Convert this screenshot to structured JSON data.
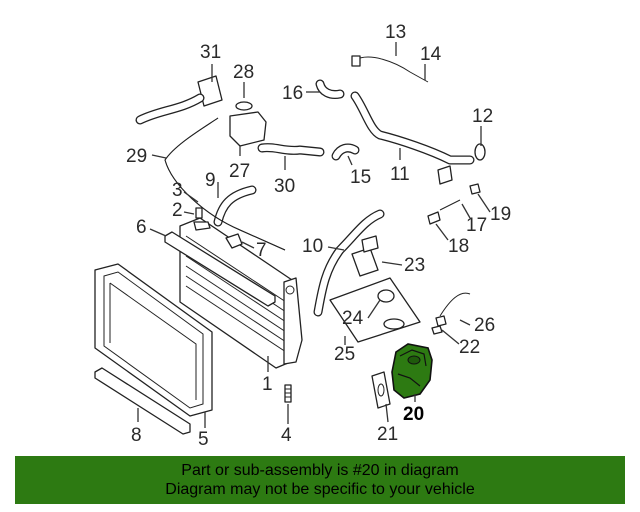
{
  "diagram": {
    "highlight_color": "#2d7a12",
    "callouts": {
      "c1": "1",
      "c2": "2",
      "c3": "3",
      "c4": "4",
      "c5": "5",
      "c6": "6",
      "c7": "7",
      "c8": "8",
      "c9": "9",
      "c10": "10",
      "c11": "11",
      "c12": "12",
      "c13": "13",
      "c14": "14",
      "c15": "15",
      "c16": "16",
      "c17": "17",
      "c18": "18",
      "c19": "19",
      "c20": "20",
      "c21": "21",
      "c22": "22",
      "c23": "23",
      "c24": "24",
      "c25": "25",
      "c26": "26",
      "c27": "27",
      "c28": "28",
      "c29": "29",
      "c30": "30",
      "c31": "31"
    },
    "highlighted_part": "20"
  },
  "banner": {
    "line1": "Part or sub-assembly is #20 in diagram",
    "line2": "Diagram may not be specific to your vehicle",
    "background": "#2d7a12"
  }
}
